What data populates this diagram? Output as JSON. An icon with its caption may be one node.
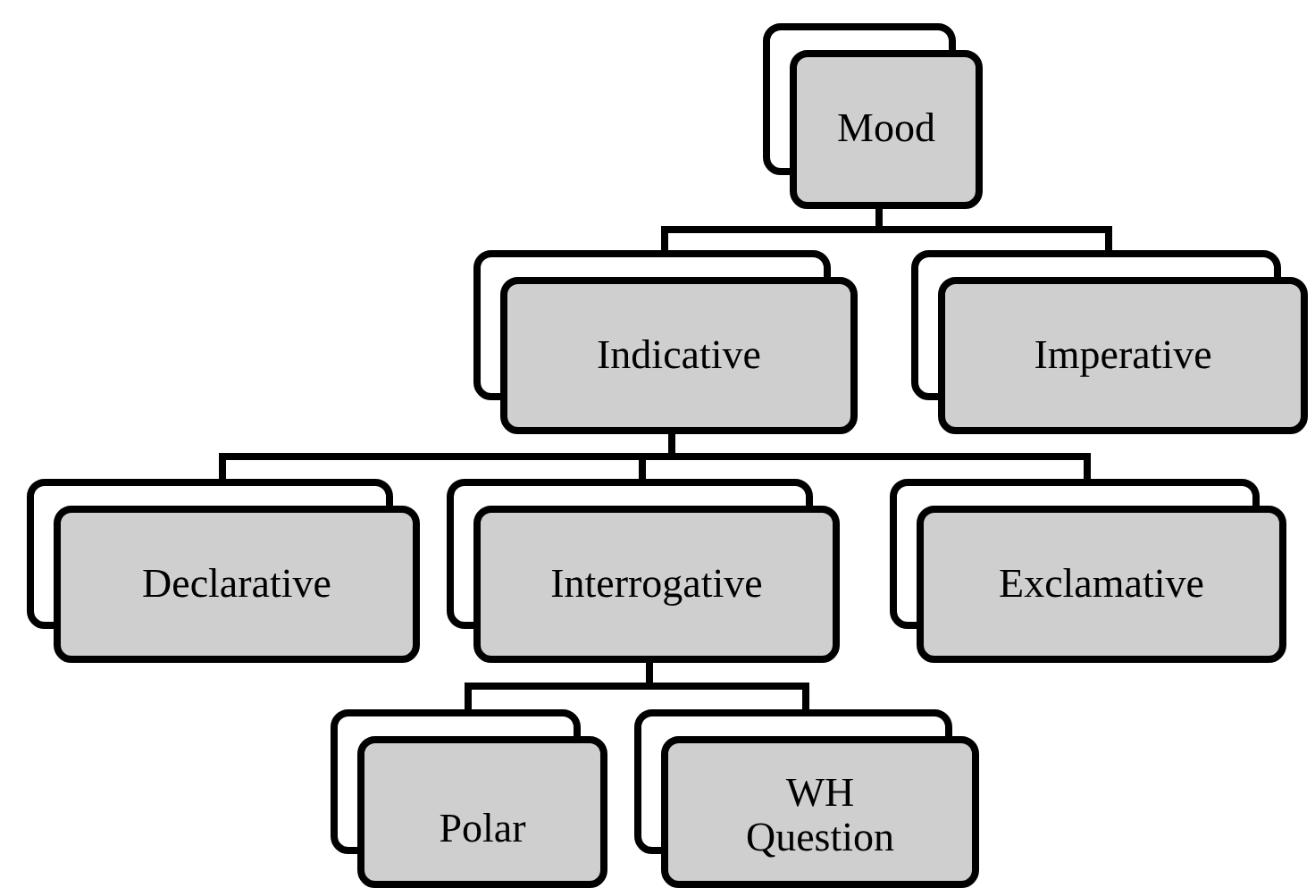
{
  "diagram": {
    "nodes": [
      {
        "text": [
          "Mood"
        ]
      },
      {
        "text": [
          "Indicative"
        ]
      },
      {
        "text": [
          "Imperative"
        ]
      },
      {
        "text": [
          "Declarative"
        ]
      },
      {
        "text": [
          "Interrogative"
        ]
      },
      {
        "text": [
          "Exclamative"
        ]
      },
      {
        "text": [
          "Polar"
        ]
      },
      {
        "text": [
          "WH Question"
        ]
      }
    ],
    "edges": [
      {
        "from": 0,
        "to": 1,
        "arrow": "none"
      },
      {
        "from": 0,
        "to": 2,
        "arrow": "none"
      },
      {
        "from": 1,
        "to": 3,
        "arrow": "none"
      },
      {
        "from": 1,
        "to": 4,
        "arrow": "none"
      },
      {
        "from": 1,
        "to": 5,
        "arrow": "none"
      },
      {
        "from": 4,
        "to": 6,
        "arrow": "none"
      },
      {
        "from": 4,
        "to": 7,
        "arrow": "none"
      }
    ]
  }
}
